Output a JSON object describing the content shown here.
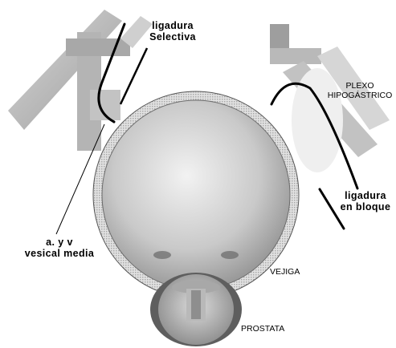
{
  "labels": {
    "ligadura_selectiva": [
      "ligadura",
      "Selectiva"
    ],
    "plexo_hipogastrico": [
      "PLEXO",
      "HIPOGÁSTRICO"
    ],
    "ligadura_en_bloque": [
      "ligadura",
      "en bloque"
    ],
    "vasos_vesicales": [
      "a. y v",
      "vesical media"
    ],
    "vejiga": "VEJIGA",
    "prostata": "PROSTATA"
  },
  "colors": {
    "background": "#ffffff",
    "bladder_body": "#b8b8b8",
    "bladder_wall": "#d4d4d4",
    "prostate": "#9a9a9a",
    "structures_gray": "#bdbdbd",
    "ligature_line": "#000000"
  }
}
